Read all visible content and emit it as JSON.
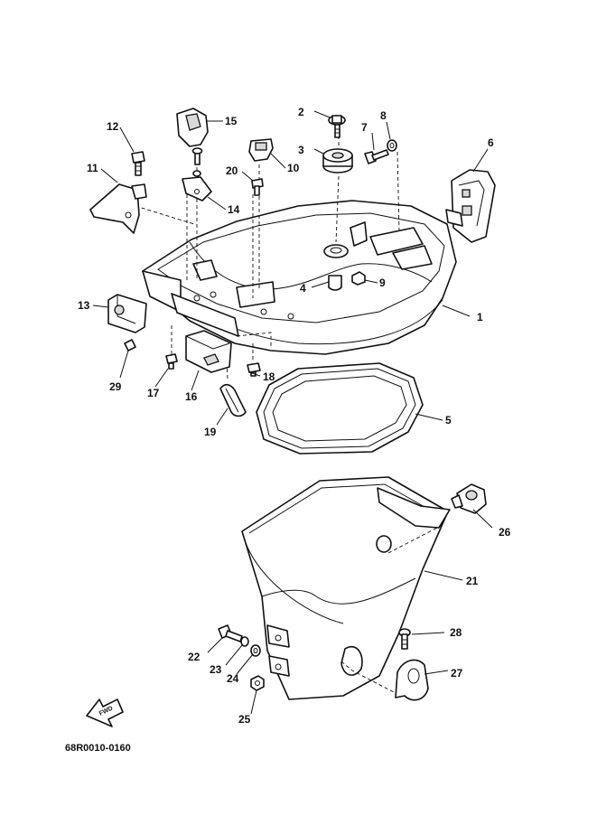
{
  "diagram": {
    "part_code": "68R0010-0160",
    "fwd_label": "FWD",
    "callouts": [
      "1",
      "2",
      "3",
      "4",
      "5",
      "6",
      "7",
      "8",
      "9",
      "10",
      "11",
      "12",
      "13",
      "14",
      "15",
      "16",
      "17",
      "18",
      "19",
      "20",
      "21",
      "22",
      "23",
      "24",
      "25",
      "26",
      "27",
      "28",
      "29"
    ]
  }
}
